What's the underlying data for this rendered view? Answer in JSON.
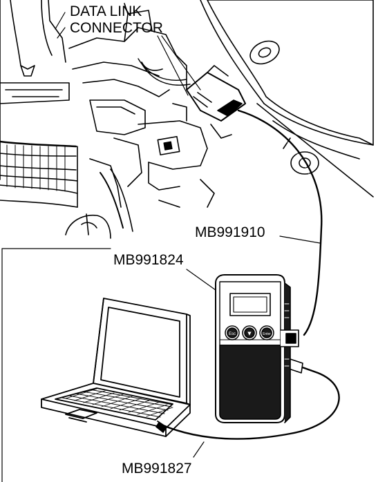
{
  "labels": {
    "data_link_line1": "DATA LINK",
    "data_link_line2": "CONNECTOR",
    "mb991910": "MB991910",
    "mb991824": "MB991824",
    "mb991827": "MB991827"
  },
  "scan_tool_buttons": {
    "left": "Esc",
    "middle": "▼",
    "right": "Enter"
  },
  "colors": {
    "line": "#000000",
    "background": "#ffffff",
    "engine_shadow": "#1a1a1a"
  }
}
